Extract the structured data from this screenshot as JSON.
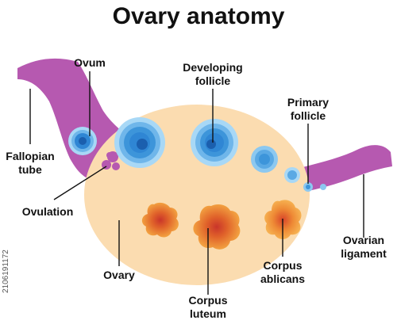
{
  "title": "Ovary anatomy",
  "labels": {
    "ovum": "Ovum",
    "developing_follicle_line1": "Developing",
    "developing_follicle_line2": "follicle",
    "primary_follicle_line1": "Primary",
    "primary_follicle_line2": "follicle",
    "fallopian_tube_line1": "Fallopian",
    "fallopian_tube_line2": "tube",
    "ovulation": "Ovulation",
    "ovarian_ligament_line1": "Ovarian",
    "ovarian_ligament_line2": "ligament",
    "ovary": "Ovary",
    "corpus_luteum_line1": "Corpus",
    "corpus_luteum_line2": "luteum",
    "corpus_albicans_line1": "Corpus",
    "corpus_albicans_line2": "ablicans"
  },
  "stock_id": "2106191172",
  "colors": {
    "ovary_fill": "#fbdcb0",
    "tube_fill": "#b659b0",
    "follicle_blue": "#2f86d4",
    "follicle_light": "#9fd3f5",
    "corpus_orange": "#e8791f",
    "corpus_red": "#c9352a"
  }
}
